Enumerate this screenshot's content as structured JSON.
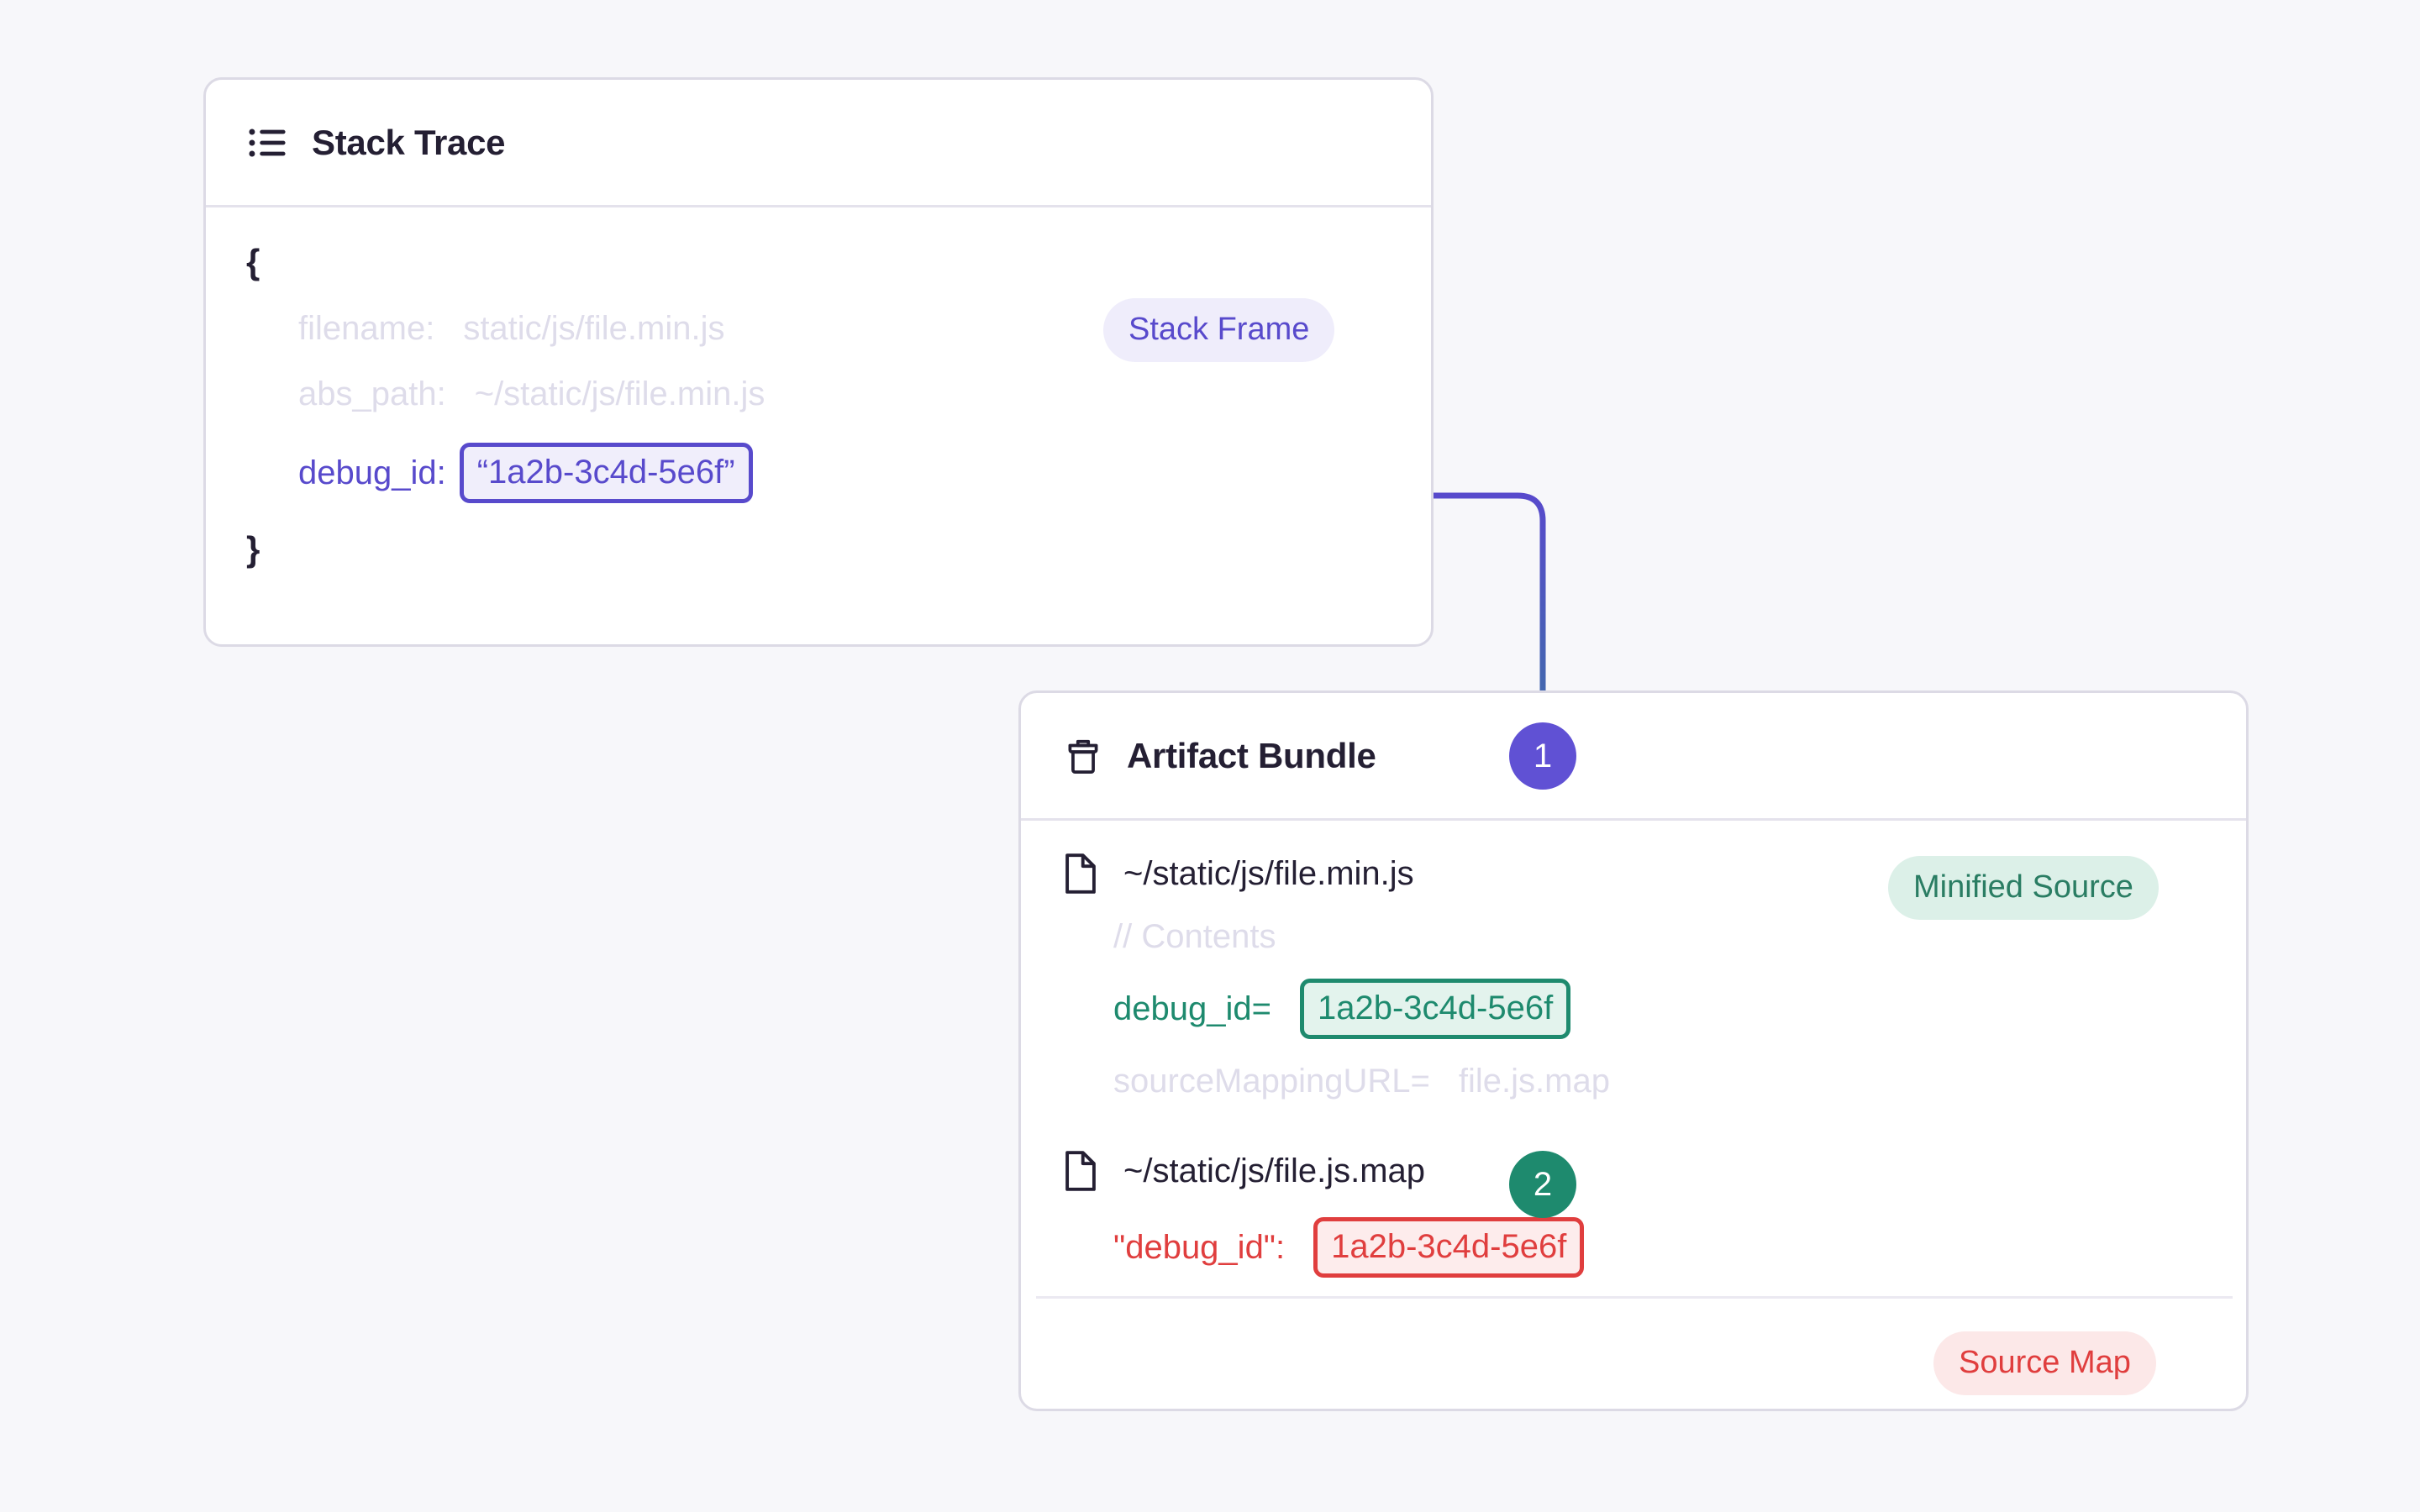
{
  "page": {
    "background_color": "#F7F7FA"
  },
  "colors": {
    "purple": "#584ACC",
    "purple_marker": "#6051D4",
    "green": "#1E8A6E",
    "green_badge_text": "#2A7D63",
    "red": "#E03E3E",
    "text": "#241F33",
    "faded": "#DEDCEA",
    "card_border": "#DCDAE5"
  },
  "stack_trace_card": {
    "icon": "list-icon",
    "title": "Stack Trace",
    "badge": "Stack Frame",
    "open_brace": "{",
    "close_brace": "}",
    "fields": [
      {
        "key": "filename:",
        "value": "static/js/file.min.js",
        "faded": true
      },
      {
        "key": "abs_path:",
        "value": "~/static/js/file.min.js",
        "faded": true
      }
    ],
    "debug_id_key": "debug_id:",
    "debug_id_value": "“1a2b-3c4d-5e6f”"
  },
  "artifact_bundle_card": {
    "icon": "archive-jar-icon",
    "title": "Artifact Bundle",
    "minified_source": {
      "file_icon": "file-icon",
      "file_name": "~/static/js/file.min.js",
      "badge": "Minified Source",
      "comment": "// Contents",
      "debug_id_key": "debug_id=",
      "debug_id_value": "1a2b-3c4d-5e6f",
      "source_mapping_key": "sourceMappingURL=",
      "source_mapping_value": "file.js.map"
    },
    "source_map": {
      "file_icon": "file-icon",
      "file_name": "~/static/js/file.js.map",
      "badge": "Source Map",
      "debug_id_key": "\"debug_id\":",
      "debug_id_value": "1a2b-3c4d-5e6f"
    }
  },
  "steps": [
    {
      "number": "1",
      "color": "#6051D4"
    },
    {
      "number": "2",
      "color": "#1E8A6E"
    }
  ]
}
